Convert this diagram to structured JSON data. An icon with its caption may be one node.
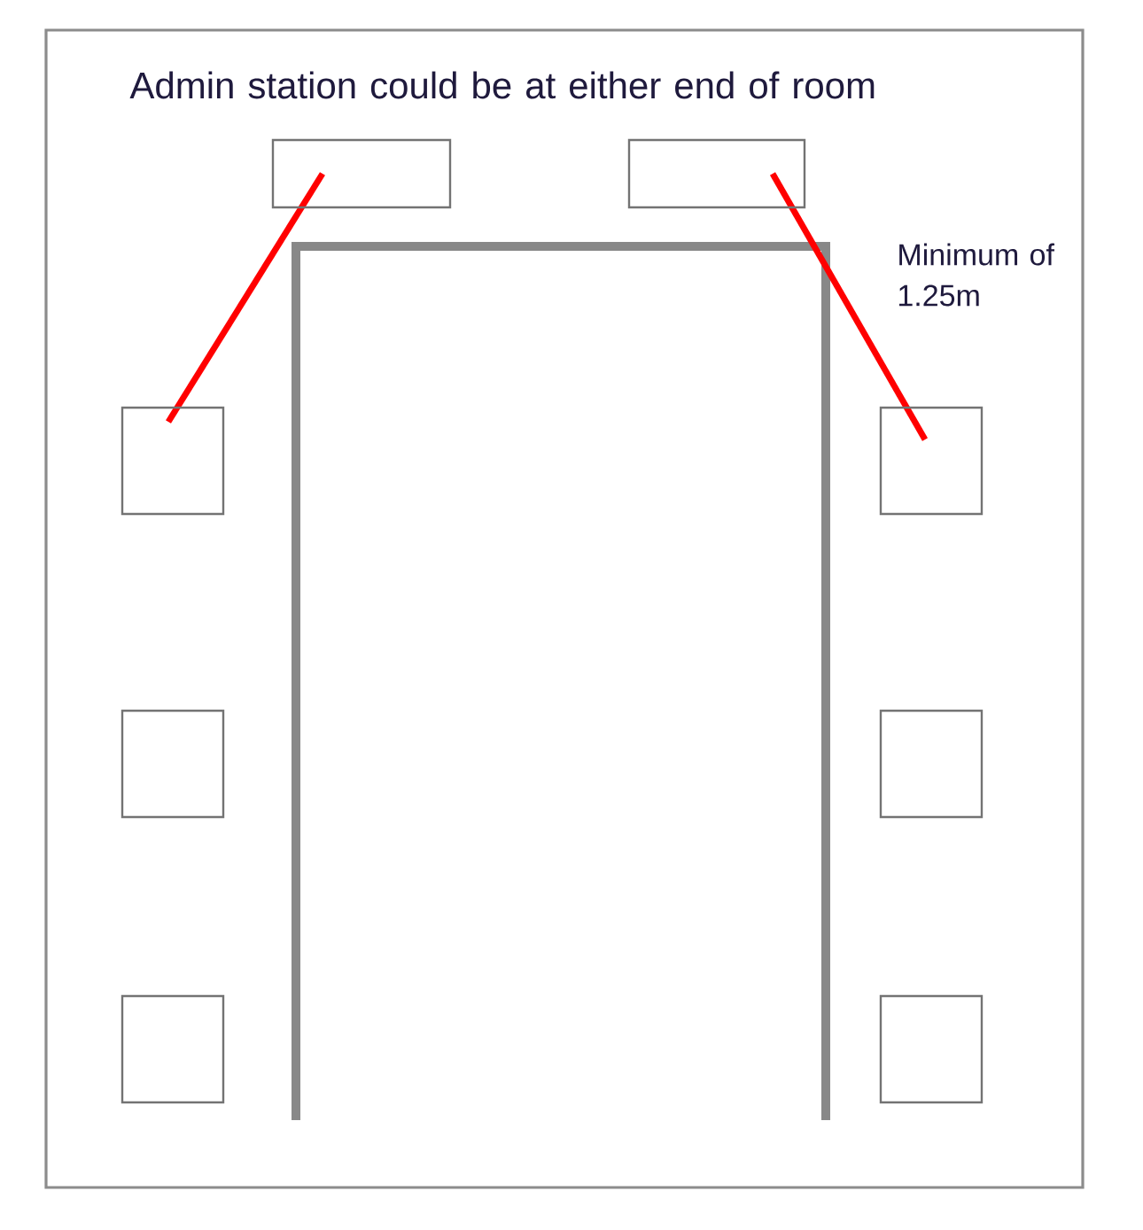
{
  "diagram": {
    "nodes": [
      {
        "text": [],
        "shape": "box"
      },
      {
        "text": [],
        "shape": "box",
        "in": 0
      },
      {
        "text": [],
        "shape": "box",
        "in": 0
      },
      {
        "text": [],
        "shape": "box",
        "in": 0
      },
      {
        "text": [],
        "shape": "box",
        "in": 0
      },
      {
        "text": [],
        "shape": "box",
        "in": 0
      },
      {
        "text": [],
        "shape": "box",
        "in": 0
      },
      {
        "text": [],
        "shape": "box",
        "in": 0
      },
      {
        "text": [],
        "shape": "box",
        "in": 0
      }
    ],
    "labels": [
      "Admin station could be at either end of room",
      "Minimum of 1.25m"
    ]
  }
}
